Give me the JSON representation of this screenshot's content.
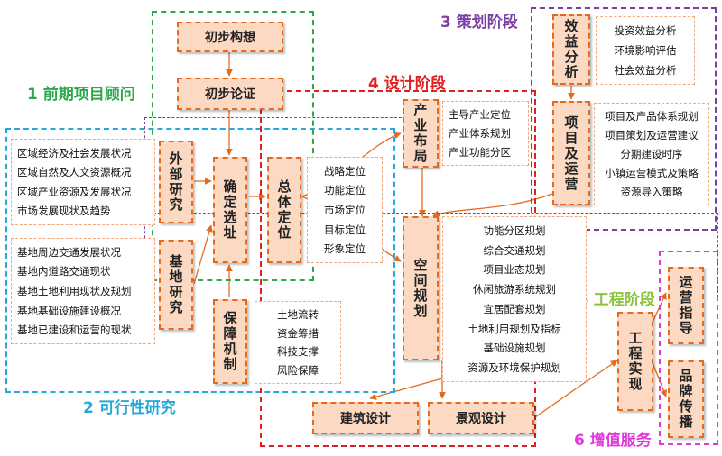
{
  "phases": {
    "p1": {
      "label": "1 前期项目顾问",
      "color": "#2aa84a"
    },
    "p2": {
      "label": "2 可行性研究",
      "color": "#28a8d8"
    },
    "p3": {
      "label": "3 策划阶段",
      "color": "#7b3fa8"
    },
    "p4": {
      "label": "4 设计阶段",
      "color": "#e02020"
    },
    "p5": {
      "label": "5 工程阶段",
      "color": "#8ac43f"
    },
    "p6": {
      "label": "6 增值服务",
      "color": "#e03ad8"
    }
  },
  "nodes": {
    "chubu_gouxiang": "初步构想",
    "chubu_lunzheng": "初步论证",
    "waibu_yanjiu": "外部研究",
    "jidi_yanjiu": "基地研究",
    "queding_xuanzhi": "确定选址",
    "zongti_dingwei": "总体定位",
    "baozhang_jizhi": "保障机制",
    "chanye_buju": "产业布局",
    "kongjian_guihua": "空间规划",
    "xiaoyi_fenxi": "效益分析",
    "xiangmu_yunying": "项目及运营",
    "gongcheng_shixian": "工程实现",
    "yunying_zhidao": "运营指导",
    "pinpai_chuanbo": "品牌传播",
    "jianzhu_sheji": "建筑设计",
    "jingguan_sheji": "景观设计"
  },
  "lists": {
    "external": [
      "区域经济及社会发展状况",
      "区域自然及人文资源概况",
      "区域产业资源及发展状况",
      "市场发展现状及趋势"
    ],
    "site": [
      "基地周边交通发展状况",
      "基地内道路交通现状",
      "基地土地利用现状及规划",
      "基地基础设施建设概况",
      "基地已建设和运营的现状"
    ],
    "positioning": [
      "战略定位",
      "功能定位",
      "市场定位",
      "目标定位",
      "形象定位"
    ],
    "guarantee": [
      "土地流转",
      "资金筹措",
      "科技支撑",
      "风险保障"
    ],
    "industry": [
      "主导产业定位",
      "产业体系规划",
      "产业功能分区"
    ],
    "benefit": [
      "投资效益分析",
      "环境影响评估",
      "社会效益分析"
    ],
    "operation": [
      "项目及产品体系规划",
      "项目策划及运营建议",
      "分期建设时序",
      "小镇运营模式及策略",
      "资源导入策略"
    ],
    "spatial": [
      "功能分区规划",
      "综合交通规划",
      "项目业态规划",
      "休闲旅游系统规划",
      "宜居配套规划",
      "土地利用规划及指标",
      "基础设施规划",
      "资源及环境保护规划"
    ]
  }
}
